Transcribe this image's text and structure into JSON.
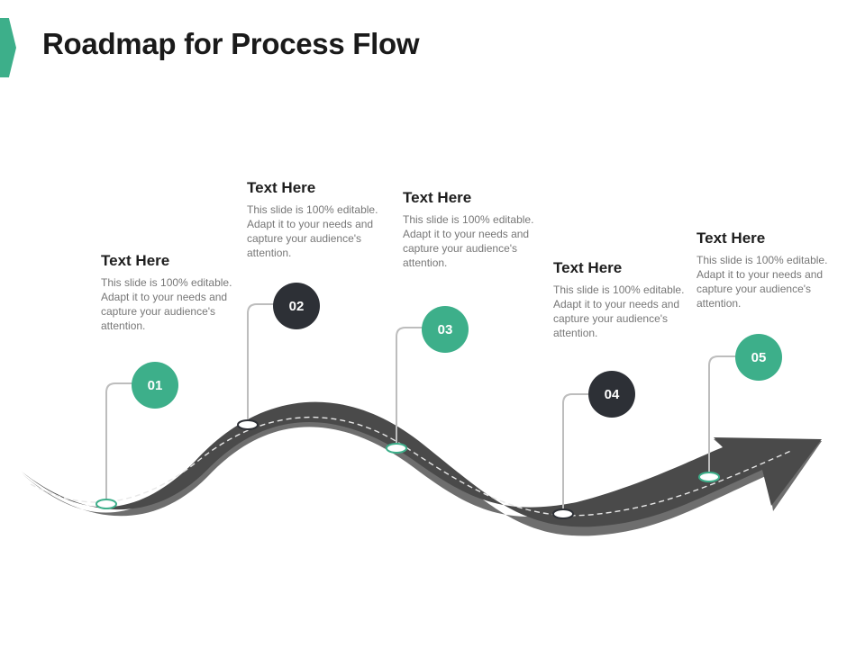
{
  "title": "Roadmap for Process Flow",
  "colors": {
    "accent": "#3daf8a",
    "dark": "#2d3036",
    "road": "#4a4a4a",
    "road_edge": "#6e6e6e"
  },
  "steps": [
    {
      "number": "01",
      "heading": "Text Here",
      "body": "This slide is 100% editable. Adapt it to your needs and capture your audience's attention.",
      "color": "teal"
    },
    {
      "number": "02",
      "heading": "Text Here",
      "body": "This slide is 100% editable. Adapt it to your needs and capture your audience's attention.",
      "color": "dark"
    },
    {
      "number": "03",
      "heading": "Text Here",
      "body": "This slide is 100% editable. Adapt it to your needs and capture your audience's attention.",
      "color": "teal"
    },
    {
      "number": "04",
      "heading": "Text Here",
      "body": "This slide is 100% editable. Adapt it to your needs and capture your audience's attention.",
      "color": "dark"
    },
    {
      "number": "05",
      "heading": "Text Here",
      "body": "This slide is 100% editable. Adapt it to your needs and capture your audience's attention.",
      "color": "teal"
    }
  ]
}
